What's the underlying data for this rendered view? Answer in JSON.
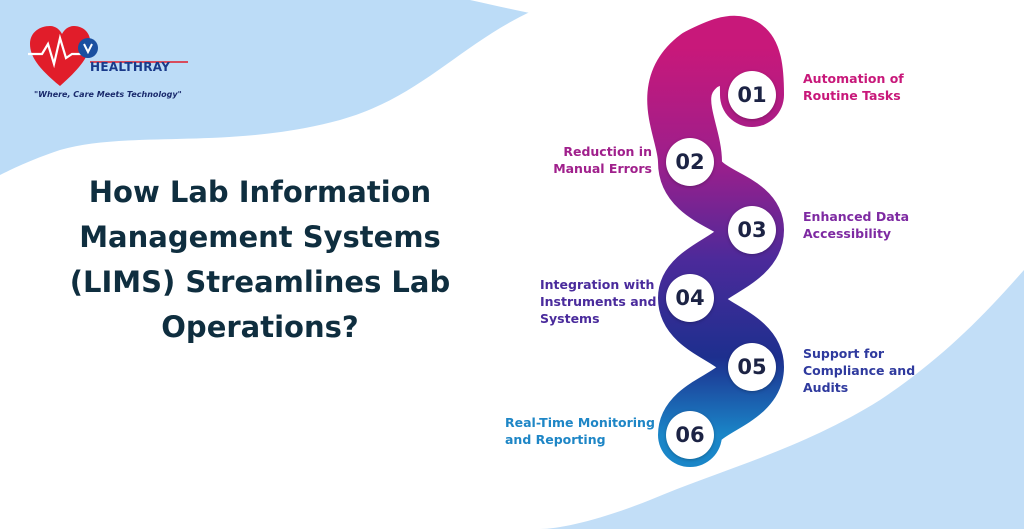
{
  "brand": {
    "name": "HEALTHRAY",
    "tagline": "\"Where, Care Meets Technology\""
  },
  "title_lines": [
    "How Lab Information",
    "Management Systems",
    "(LIMS) Streamlines Lab",
    "Operations?"
  ],
  "steps": [
    {
      "num": "01",
      "lines": [
        "Automation of",
        "Routine Tasks"
      ],
      "color": "#c8187a"
    },
    {
      "num": "02",
      "lines": [
        "Reduction in",
        "Manual Errors"
      ],
      "color": "#a0208c"
    },
    {
      "num": "03",
      "lines": [
        "Enhanced Data",
        "Accessibility"
      ],
      "color": "#7e2aa2"
    },
    {
      "num": "04",
      "lines": [
        "Integration with",
        "Instruments and",
        "Systems"
      ],
      "color": "#4a2b9c"
    },
    {
      "num": "05",
      "lines": [
        "Support for",
        "Compliance and",
        "Audits"
      ],
      "color": "#2f3a9e"
    },
    {
      "num": "06",
      "lines": [
        "Real-Time Monitoring",
        "and Reporting"
      ],
      "color": "#1e86c6"
    }
  ]
}
